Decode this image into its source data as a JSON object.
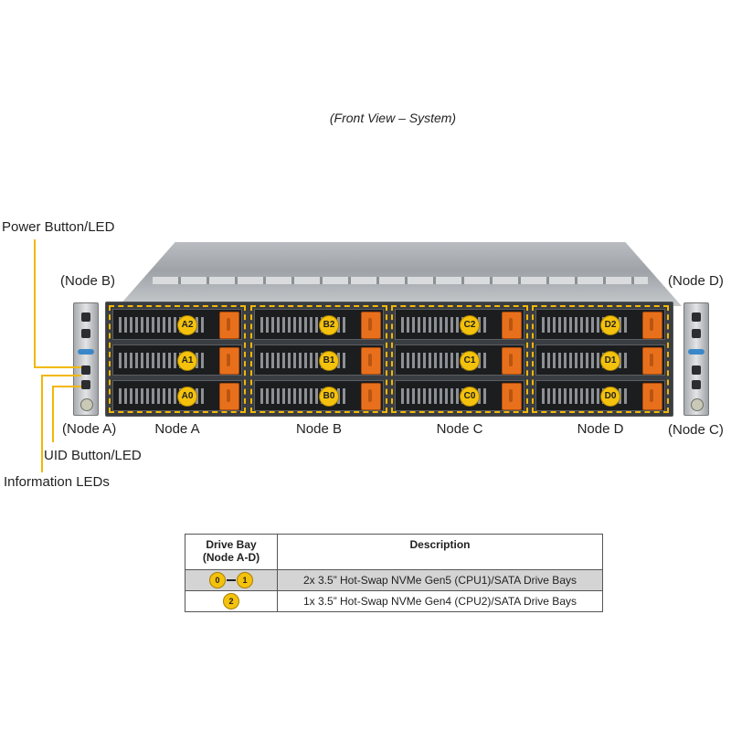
{
  "title": "(Front View – System)",
  "callouts": {
    "power_button": "Power Button/LED",
    "uid_button": "UID Button/LED",
    "info_leds": "Information  LEDs",
    "left_top": "(Node B)",
    "left_bottom": "(Node A)",
    "right_top": "(Node D)",
    "right_bottom": "(Node C)"
  },
  "nodes": [
    {
      "label": "Node A",
      "bays": [
        "A2",
        "A1",
        "A0"
      ]
    },
    {
      "label": "Node B",
      "bays": [
        "B2",
        "B1",
        "B0"
      ]
    },
    {
      "label": "Node C",
      "bays": [
        "C2",
        "C1",
        "C0"
      ]
    },
    {
      "label": "Node D",
      "bays": [
        "D2",
        "D1",
        "D0"
      ]
    }
  ],
  "colors": {
    "highlight": "#f2b705",
    "badge": "#f4c20d",
    "drive_handle": "#e8701c"
  },
  "table": {
    "header_bay": "Drive Bay\n(Node A-D)",
    "header_desc": "Description",
    "rows": [
      {
        "bay_from": "0",
        "bay_to": "1",
        "description": "2x 3.5” Hot-Swap NVMe Gen5 (CPU1)/SATA Drive Bays"
      },
      {
        "bay": "2",
        "description": "1x 3.5” Hot-Swap NVMe Gen4 (CPU2)/SATA Drive Bays"
      }
    ]
  }
}
